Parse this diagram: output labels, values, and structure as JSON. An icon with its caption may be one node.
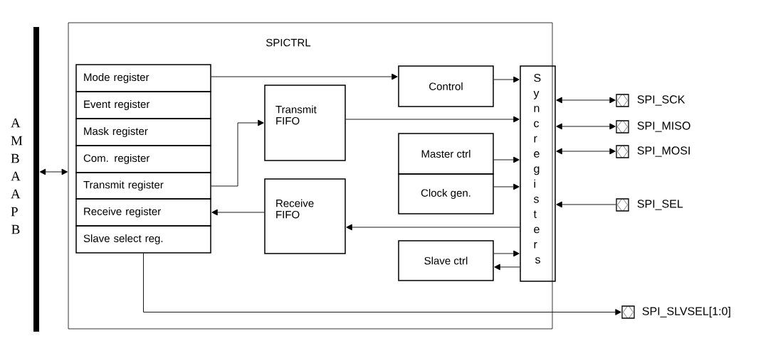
{
  "diagram": {
    "nodes": [
      {
        "text": [
          "SPICTRL"
        ]
      },
      {
        "text": [
          "AMBA APB"
        ]
      },
      {
        "text": [
          "Mode register"
        ],
        "in": 0
      },
      {
        "text": [
          "Event register"
        ],
        "in": 0
      },
      {
        "text": [
          "Mask register"
        ],
        "in": 0
      },
      {
        "text": [
          "Com. register"
        ],
        "in": 0
      },
      {
        "text": [
          "Transmit register"
        ],
        "in": 0
      },
      {
        "text": [
          "Receive register"
        ],
        "in": 0
      },
      {
        "text": [
          "Slave select reg."
        ],
        "in": 0
      },
      {
        "text": [
          "Control"
        ],
        "in": 0
      },
      {
        "text": [
          "Transmit FIFO"
        ],
        "in": 0
      },
      {
        "text": [
          "Master ctrl"
        ],
        "in": 0
      },
      {
        "text": [
          "Clock gen."
        ],
        "in": 0
      },
      {
        "text": [
          "Receive FIFO"
        ],
        "in": 0
      },
      {
        "text": [
          "Slave ctrl"
        ],
        "in": 0
      },
      {
        "text": [
          "Syncregisters"
        ],
        "in": 0
      },
      {
        "text": [],
        "shape": "box",
        "beside": [
          "SPI_SCK"
        ]
      },
      {
        "text": [],
        "shape": "box",
        "beside": [
          "SPI_MISO"
        ]
      },
      {
        "text": [],
        "shape": "box",
        "beside": [
          "SPI_MOSI"
        ]
      },
      {
        "text": [],
        "shape": "box",
        "beside": [
          "SPI_SEL"
        ]
      },
      {
        "text": [],
        "shape": "box",
        "beside": [
          "SPI_SLVSEL[1:0]"
        ]
      }
    ],
    "edges": [
      {
        "from": 1,
        "to": 0,
        "arrow": "both"
      },
      {
        "from": 2,
        "to": 9,
        "arrow": "to"
      },
      {
        "from": 6,
        "to": 10,
        "arrow": "to"
      },
      {
        "from": 13,
        "to": 7,
        "arrow": "to"
      },
      {
        "from": 9,
        "to": 15,
        "arrow": "to"
      },
      {
        "from": 10,
        "to": 15,
        "arrow": "to"
      },
      {
        "from": 11,
        "to": 15,
        "arrow": "to"
      },
      {
        "from": 12,
        "to": 15,
        "arrow": "to"
      },
      {
        "from": 15,
        "to": 13,
        "arrow": "to"
      },
      {
        "from": 14,
        "to": 15,
        "arrow": "to"
      },
      {
        "from": 15,
        "to": 14,
        "arrow": "to"
      },
      {
        "from": 15,
        "to": 16,
        "arrow": "both"
      },
      {
        "from": 15,
        "to": 17,
        "arrow": "both"
      },
      {
        "from": 15,
        "to": 18,
        "arrow": "both"
      },
      {
        "from": 19,
        "to": 15,
        "arrow": "to"
      },
      {
        "from": 8,
        "to": 20,
        "arrow": "to"
      }
    ]
  }
}
